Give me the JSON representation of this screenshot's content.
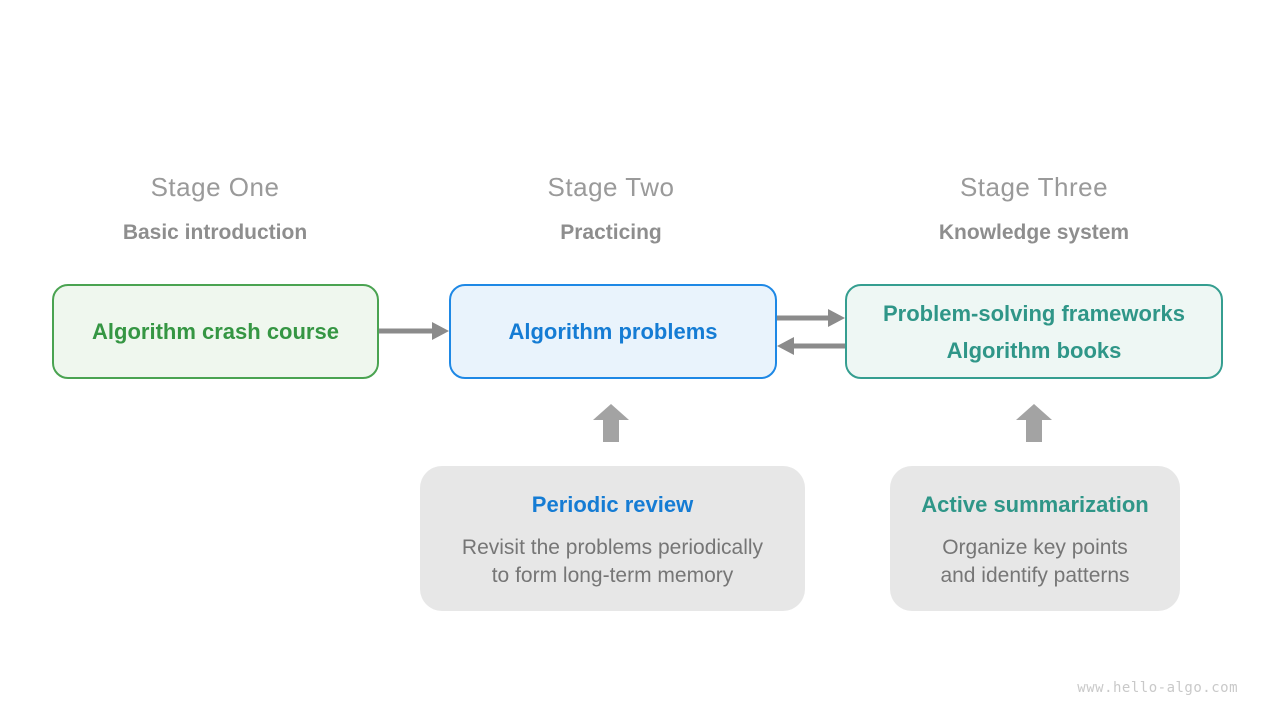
{
  "canvas": {
    "background_color": "#ffffff"
  },
  "stages": [
    {
      "title": "Stage One",
      "subtitle": "Basic introduction",
      "box": {
        "lines": [
          "Algorithm crash course"
        ],
        "border_color": "#4aa351",
        "background_color": "#eff7ee",
        "text_color": "#359643"
      }
    },
    {
      "title": "Stage Two",
      "subtitle": "Practicing",
      "box": {
        "lines": [
          "Algorithm problems"
        ],
        "border_color": "#1e88e5",
        "background_color": "#e9f3fc",
        "text_color": "#157cd4"
      }
    },
    {
      "title": "Stage Three",
      "subtitle": "Knowledge system",
      "box": {
        "lines": [
          "Problem-solving frameworks",
          "Algorithm books"
        ],
        "border_color": "#359e90",
        "background_color": "#eef7f4",
        "text_color": "#2f9688"
      }
    }
  ],
  "connectors": {
    "stage1_to_stage2": "arrow-right",
    "stage2_to_stage3": "arrow-right",
    "stage3_to_stage2": "arrow-left",
    "note1_to_stage2_box": "arrow-up",
    "note2_to_stage3_box": "arrow-up",
    "horizontal_arrow_color": "#8b8b8b",
    "up_arrow_color": "#a3a3a3"
  },
  "notes": [
    {
      "title": "Periodic review",
      "title_color": "#157cd4",
      "lines": [
        "Revisit the problems periodically",
        "to form long-term memory"
      ],
      "background_color": "#e7e7e7"
    },
    {
      "title": "Active summarization",
      "title_color": "#2f9688",
      "lines": [
        "Organize key points",
        "and identify patterns"
      ],
      "background_color": "#e7e7e7"
    }
  ],
  "text_colors": {
    "stage_title": "#9a9a9a",
    "stage_subtitle": "#8e8e8e",
    "note_body": "#767676"
  },
  "watermark": {
    "text": "www.hello-algo.com",
    "color": "#c9c9c9"
  }
}
